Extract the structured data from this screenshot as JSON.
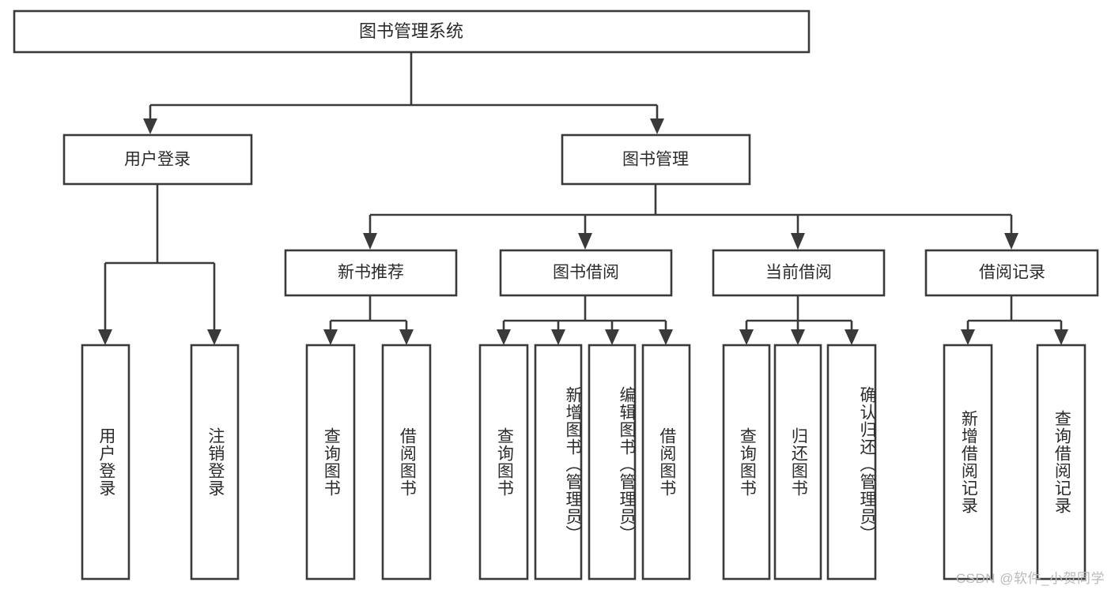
{
  "diagram": {
    "title": "图书管理系统",
    "type": "tree-hierarchy-chart",
    "root": {
      "label": "图书管理系统"
    },
    "level2": [
      {
        "label": "用户登录"
      },
      {
        "label": "图书管理"
      }
    ],
    "level3": [
      {
        "label": "新书推荐"
      },
      {
        "label": "图书借阅"
      },
      {
        "label": "当前借阅"
      },
      {
        "label": "借阅记录"
      }
    ],
    "leaves": {
      "user_login": [
        {
          "label": "用户登录"
        },
        {
          "label": "注销登录"
        }
      ],
      "new_book_recommend": [
        {
          "label": "查询图书"
        },
        {
          "label": "借阅图书"
        }
      ],
      "book_borrow": [
        {
          "label": "查询图书"
        },
        {
          "label": "新增图书（管理员）"
        },
        {
          "label": "编辑图书（管理员）"
        },
        {
          "label": "借阅图书"
        }
      ],
      "current_borrow": [
        {
          "label": "查询图书"
        },
        {
          "label": "归还图书"
        },
        {
          "label": "确认归还（管理员）"
        }
      ],
      "borrow_record": [
        {
          "label": "新增借阅记录"
        },
        {
          "label": "查询借阅记录"
        }
      ]
    },
    "watermark": "CSDN @软件_小贺同学",
    "colors": {
      "box_stroke": "#3a3a3a",
      "box_fill": "#ffffff",
      "text": "#2b2b2b",
      "connector": "#3a3a3a",
      "watermark": "#b9b9b9",
      "background": "#ffffff"
    }
  }
}
